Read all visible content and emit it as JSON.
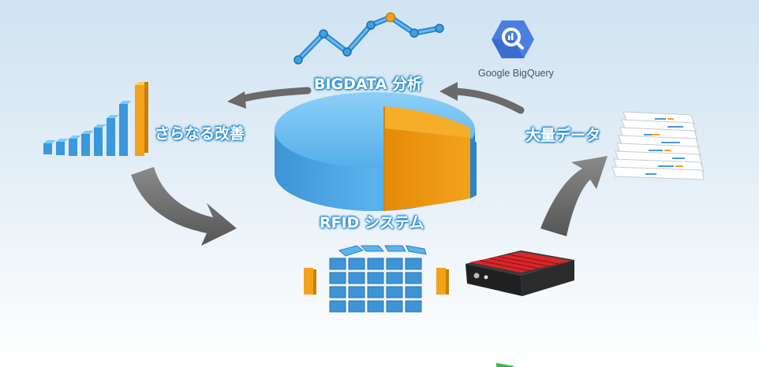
{
  "labels": {
    "bigdata": "BIGDATA 分析",
    "improve": "さらなる改善",
    "bulk_data": "大量データ",
    "rfid": "RFID システム"
  },
  "logo": {
    "text": "Google BigQuery",
    "icon": "bigquery-magnifier-icon"
  },
  "colors": {
    "blue": "#4aa9e8",
    "orange": "#f3a21c",
    "arrow_gray": "#6f6f6f",
    "reader_red": "#d8262a"
  }
}
